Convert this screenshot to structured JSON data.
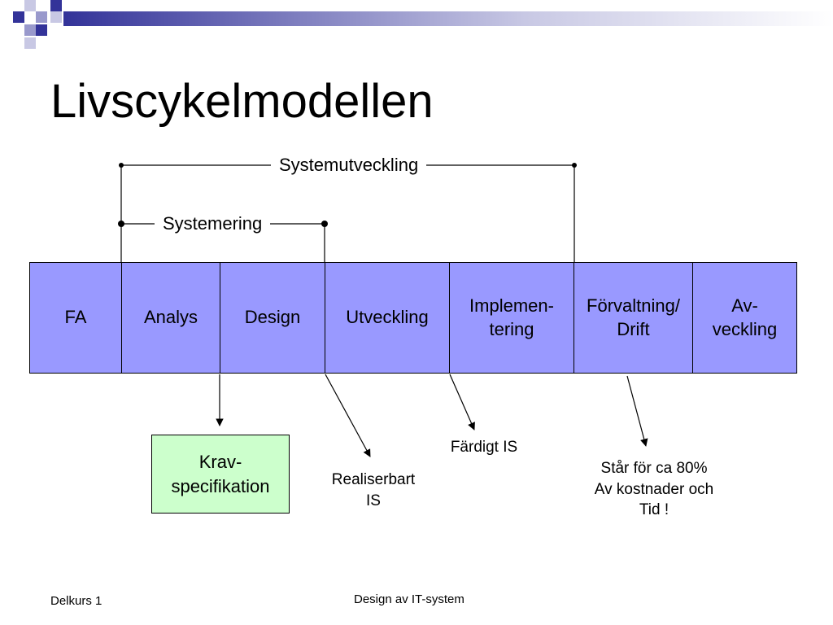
{
  "slide": {
    "title": "Livscykelmodellen",
    "brackets": {
      "outer_label": "Systemutveckling",
      "inner_label": "Systemering"
    },
    "phases": [
      {
        "label": "FA"
      },
      {
        "label": "Analys"
      },
      {
        "label": "Design"
      },
      {
        "label": "Utveckling"
      },
      {
        "label": "Implemen-\ntering"
      },
      {
        "label": "Förvaltning/\nDrift"
      },
      {
        "label": "Av-\nveckling"
      }
    ],
    "outputs": {
      "spec": "Krav-\nspecifikation",
      "realiserbart": "Realiserbart\nIS",
      "fardigt": "Färdigt IS",
      "cost": "Står för ca 80%\nAv kostnader och\nTid !"
    },
    "footer": {
      "left": "Delkurs 1",
      "center": "Design av IT-system"
    },
    "colors": {
      "phase_fill": "#9999ff",
      "spec_fill": "#ccffcc",
      "accent_navy": "#333399",
      "accent_light": "#9999cc"
    }
  }
}
